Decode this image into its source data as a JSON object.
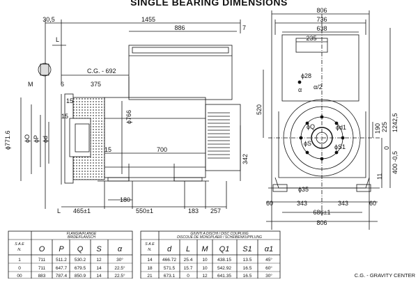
{
  "title": "SINGLE BEARING DIMENSIONS",
  "side_view": {
    "dims": {
      "d30_5": "30,5",
      "d1455": "1455",
      "d886": "886",
      "d7": "7",
      "L_top": "L",
      "cg": "C.G. - 692",
      "M": "M",
      "d6": "6",
      "d375": "375",
      "d15a": "15",
      "d15b": "15",
      "d766": "ϕ766",
      "d700": "700",
      "d15c": "15",
      "d342": "342",
      "d7716": "ϕ771.6",
      "dO": "ϕO",
      "dP": "ϕP",
      "dd": "ϕd",
      "d180": "180",
      "d465": "465±1",
      "d550": "550±1",
      "d183": "183",
      "d257": "257",
      "L_bot": "L"
    }
  },
  "front_view": {
    "dims": {
      "d806t": "806",
      "d736": "736",
      "d638": "638",
      "d235": "235",
      "d28": "ϕ28",
      "alpha2": "α/2",
      "alpha": "α",
      "d520": "520",
      "dQ": "ϕQ",
      "dd1": "ϕd1",
      "dS": "ϕS",
      "dS1": "ϕS1",
      "d190": "190",
      "d225": "225",
      "d12425": "1242,5",
      "d400": "400  -0,5",
      "d0": "0",
      "d11": "11",
      "d35": "ϕ35",
      "d60a": "60",
      "d343a": "343",
      "d343b": "343",
      "d60b": "60",
      "d686": "686±1",
      "d806b": "806"
    }
  },
  "table1": {
    "caption_it": "FLANGIA/FLANGE",
    "caption_de": "BRIDE/FLANSCH",
    "sae_h1": "S A E",
    "sae_h2": "N.",
    "headers": [
      "O",
      "P",
      "Q",
      "S",
      "α"
    ],
    "rows": [
      [
        "1",
        "711",
        "511.2",
        "530.2",
        "12",
        "30°"
      ],
      [
        "0",
        "711",
        "647.7",
        "679.5",
        "14",
        "22.5°"
      ],
      [
        "00",
        "883",
        "787.4",
        "850.9",
        "14",
        "22.5°"
      ]
    ]
  },
  "table2": {
    "caption_it": "GIUNTI A DISCHI / DISC COUPLING",
    "caption_de": "DISCOUE DE MONOPLAER / SCHEIBENKUPPLUNG",
    "sae_h1": "S A E",
    "sae_h2": "N.",
    "headers": [
      "d",
      "L",
      "M",
      "Q1",
      "S1",
      "α1"
    ],
    "rows": [
      [
        "14",
        "466.72",
        "25.4",
        "10",
        "438.15",
        "13.5",
        "45°"
      ],
      [
        "18",
        "571.5",
        "15.7",
        "10",
        "542.92",
        "16.5",
        "60°"
      ],
      [
        "21",
        "673.1",
        "0",
        "12",
        "641.35",
        "16.5",
        "30°"
      ]
    ]
  },
  "footer_note": "C.G. - GRAVITY CENTER"
}
